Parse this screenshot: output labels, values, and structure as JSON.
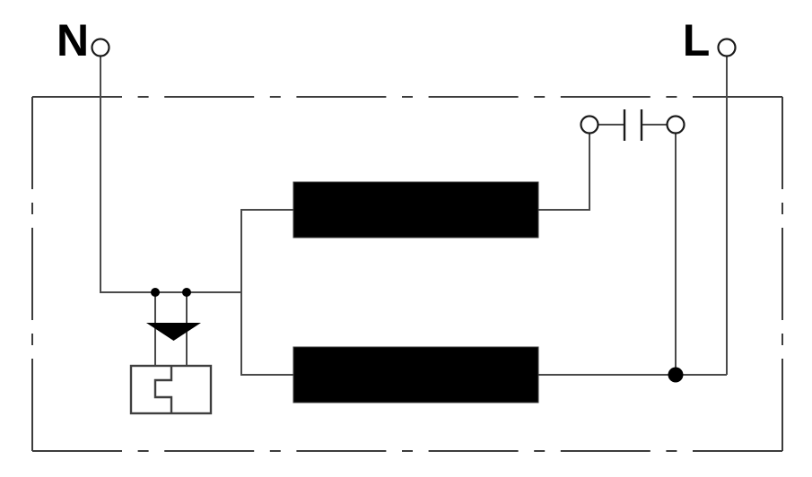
{
  "diagram": {
    "terminals": {
      "neutral": {
        "label": "N"
      },
      "live": {
        "label": "L"
      }
    },
    "symbols": [
      {
        "name": "enclosure-boundary",
        "style": "dash-dot outline rectangle"
      },
      {
        "name": "neutral-terminal-circle",
        "style": "open circle"
      },
      {
        "name": "live-terminal-circle",
        "style": "open circle"
      },
      {
        "name": "heating-element-upper",
        "style": "solid black bar"
      },
      {
        "name": "heating-element-lower",
        "style": "solid black bar"
      },
      {
        "name": "capacitor",
        "style": "parallel plates between circle terminals"
      },
      {
        "name": "thermal-cutout",
        "style": "box with stepped divider"
      },
      {
        "name": "thermal-fuse-arrow",
        "style": "filled downward triangle"
      },
      {
        "name": "junction-dots",
        "count": 3
      }
    ],
    "colors": {
      "background": "#ffffff",
      "border": "#3c3c3c",
      "wire": "#4a4a4a",
      "symbol": "#000000",
      "text": "#000000"
    }
  }
}
